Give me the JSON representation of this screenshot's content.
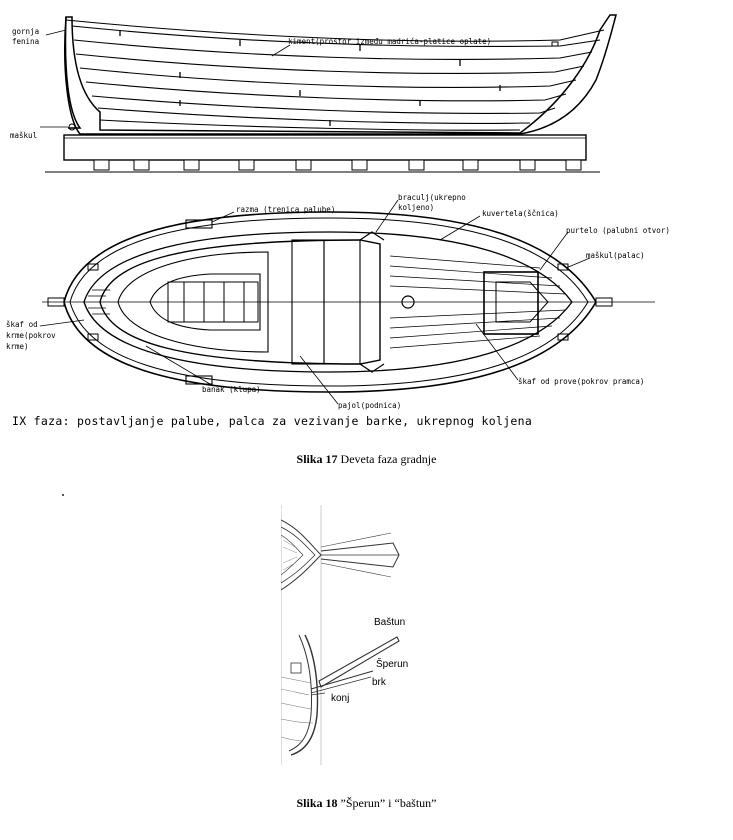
{
  "figure17": {
    "side_labels": {
      "gornja_line1": "gornja",
      "gornja_line2": "fenina",
      "maskul": "maškul",
      "kiment": "kiment(prostor između madrića-platice oplate)"
    },
    "plan_labels": {
      "razma": "razma (trenica palube)",
      "braculj_line1": "braculj(ukrepno",
      "braculj_line2": "koljeno)",
      "kuvertela": "kuvertela(ščnica)",
      "purtelo": "purtelo (palubni otvor)",
      "maskul_palac": "maškul(palac)",
      "skaf_krme_line1": "škaf od",
      "skaf_krme_line2": "krme(pokrov",
      "skaf_krme_line3": "krme)",
      "banak": "banak (klupa)",
      "pajol": "pajol(podnica)",
      "skaf_prove": "škaf od prove(pokrov pramca)"
    },
    "phase_note": "IX faza: postavljanje palube, palca za vezivanje barke, ukrepnog koljena",
    "caption_num": "Slika 17",
    "caption_text": " Deveta faza gradnje"
  },
  "figure18": {
    "labels": {
      "bastun": "Baštun",
      "sperun": "Šperun",
      "brk": "brk",
      "konj": "konj"
    },
    "caption_num": "Slika 18",
    "caption_text": " ”Šperun” i “baštun”"
  }
}
